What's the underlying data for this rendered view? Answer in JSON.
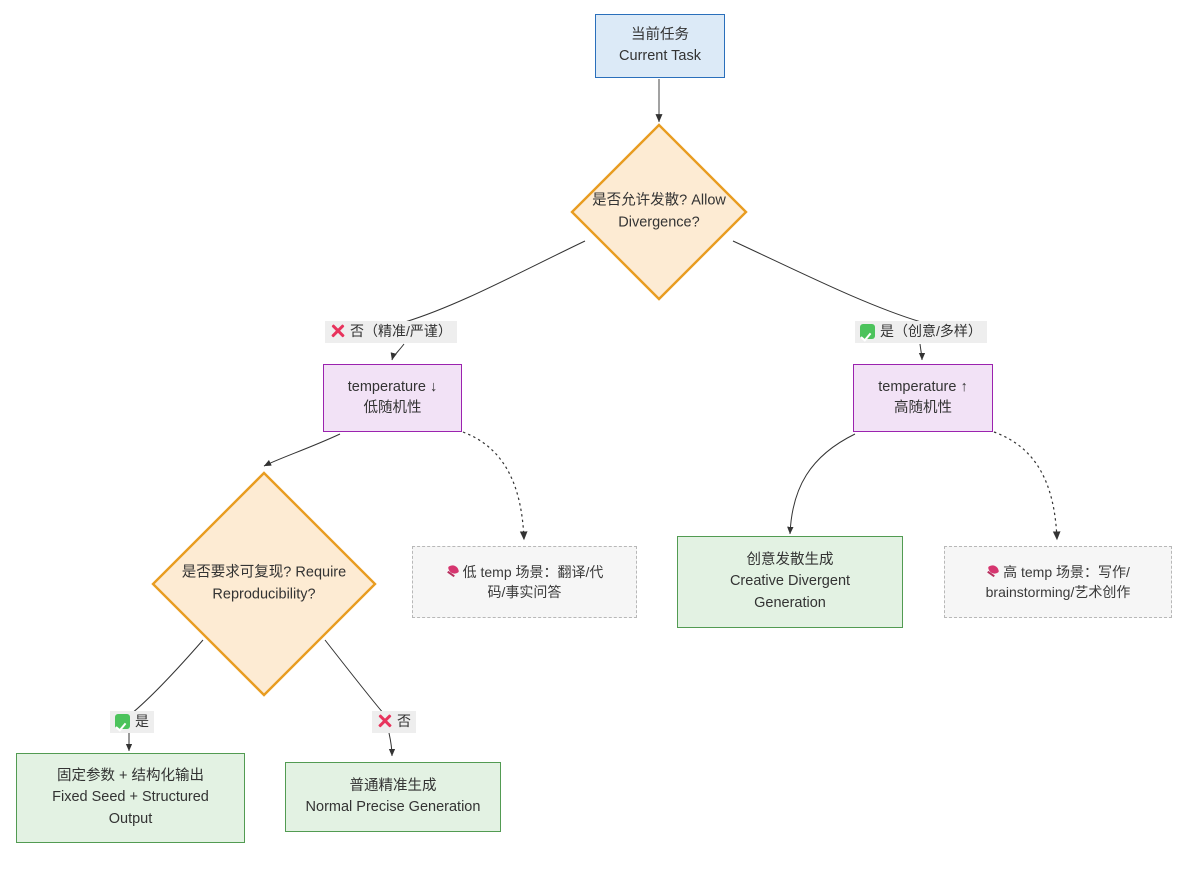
{
  "diagram": {
    "type": "flowchart",
    "direction": "top-down",
    "title_visible": false,
    "nodes": [
      {
        "id": "current-task",
        "shape": "rectangle",
        "style": "blue",
        "lines": [
          "当前任务",
          "Current Task"
        ]
      },
      {
        "id": "allow-divergence",
        "shape": "diamond",
        "style": "orange",
        "lines": [
          "是否允许发散?",
          "Allow Divergence?"
        ]
      },
      {
        "id": "temperature-low",
        "shape": "rectangle",
        "style": "purple",
        "lines": [
          "temperature ↓",
          "低随机性"
        ]
      },
      {
        "id": "temperature-high",
        "shape": "rectangle",
        "style": "purple",
        "lines": [
          "temperature ↑",
          "高随机性"
        ]
      },
      {
        "id": "require-reproducibility",
        "shape": "diamond",
        "style": "orange",
        "lines": [
          "是否要求可复现?",
          "Require Reproducibility?"
        ]
      },
      {
        "id": "note-low-temp",
        "shape": "note",
        "style": "dashed-grey",
        "icon": "pushpin-icon",
        "lines": [
          "低 temp 场景：翻译/代",
          "码/事实问答"
        ]
      },
      {
        "id": "creative-divergent",
        "shape": "rectangle",
        "style": "green",
        "lines": [
          "创意发散生成",
          "Creative Divergent",
          "Generation"
        ]
      },
      {
        "id": "note-high-temp",
        "shape": "note",
        "style": "dashed-grey",
        "icon": "pushpin-icon",
        "lines": [
          "高 temp 场景：写作/",
          "brainstorming/艺术创作"
        ]
      },
      {
        "id": "fixed-seed",
        "shape": "rectangle",
        "style": "green",
        "lines": [
          "固定参数 + 结构化输出",
          "Fixed Seed + Structured",
          "Output"
        ]
      },
      {
        "id": "normal-precise",
        "shape": "rectangle",
        "style": "green",
        "lines": [
          "普通精准生成",
          "Normal Precise Generation"
        ]
      }
    ],
    "edge_labels": [
      {
        "id": "no-precise",
        "icon": "cross-mark-icon",
        "text": "否（精准/严谨）"
      },
      {
        "id": "yes-creative",
        "icon": "check-mark-icon",
        "text": "是（创意/多样）"
      },
      {
        "id": "yes-repro",
        "icon": "check-mark-icon",
        "text": "是"
      },
      {
        "id": "no-repro",
        "icon": "cross-mark-icon",
        "text": "否"
      }
    ],
    "colors": {
      "blue_fill": "#dceaf7",
      "blue_stroke": "#2a6fbb",
      "orange_fill": "#fdebd3",
      "orange_stroke": "#e89c20",
      "purple_fill": "#f2e2f6",
      "purple_stroke": "#9b23af",
      "green_fill": "#e3f2e3",
      "green_stroke": "#529b52",
      "note_fill": "#f6f6f6",
      "note_stroke": "#b8b8b8",
      "edge_stroke": "#333333",
      "edge_label_bg": "#eeeeee",
      "cross_mark": "#e8335c",
      "check_mark": "#4cc35c",
      "pushpin": "#d6356f",
      "background": "#ffffff"
    }
  }
}
